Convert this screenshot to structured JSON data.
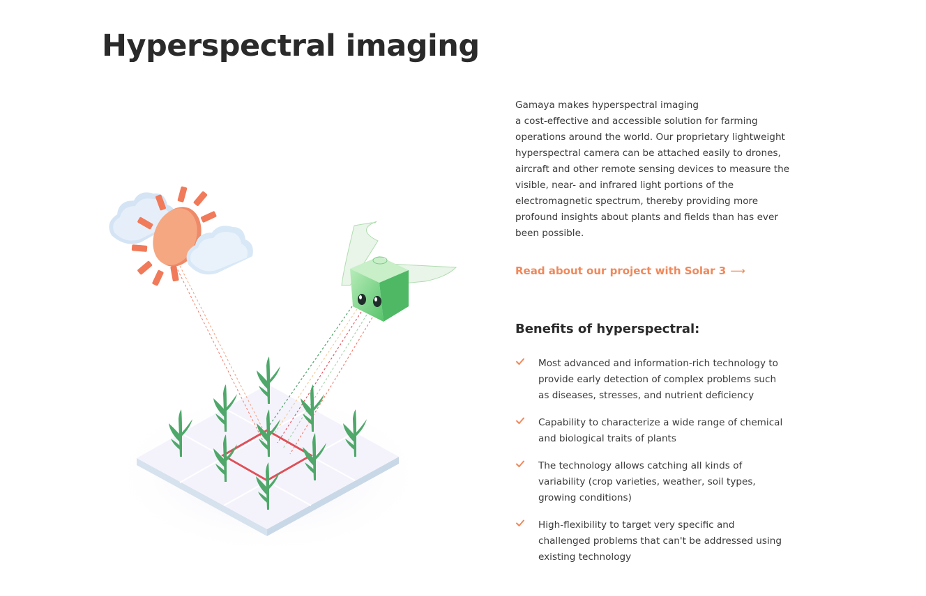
{
  "title": "Hyperspectral imaging",
  "intro": "Gamaya makes hyperspectral imaging\na cost-effective and accessible solution for farming\noperations around the world. Our proprietary lightweight\nhyperspectral camera can be attached easily to drones,\naircraft and other remote sensing devices to measure the\nvisible, near- and infrared light portions of the\nelectromagnetic spectrum, thereby providing more\nprofound insights about plants and fields than has ever\nbeen possible.",
  "cta": {
    "label": "Read about our project with Solar 3",
    "arrow": "⟶"
  },
  "benefits": {
    "title": "Benefits of hyperspectral:",
    "items": [
      "Most advanced and information-rich technology to\nprovide early detection of complex problems such\nas diseases, stresses, and nutrient deficiency",
      "Capability to characterize a wide range of chemical\nand biological traits of plants",
      "The technology allows catching all kinds of\nvariability (crop varieties, weather, soil types,\ngrowing conditions)",
      "High-flexibility to target very specific and\nchallenged problems that can't be addressed using\nexisting technology"
    ]
  },
  "icons": {
    "check": "check-icon",
    "arrow": "arrow-right-icon"
  },
  "colors": {
    "accent": "#f0885a",
    "title": "#2a2a2a",
    "body_text": "#3a3a3a",
    "sun": "#f5a27f",
    "plant": "#4fa86a",
    "field_outline": "#e0505a"
  }
}
